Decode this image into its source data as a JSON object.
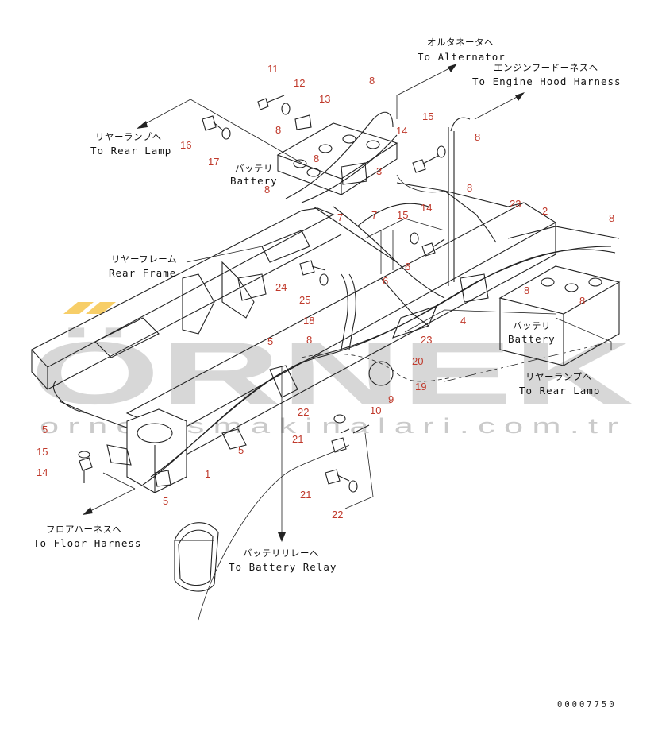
{
  "labels": {
    "alternator_jp": "オルタネータへ",
    "alternator_en": "To Alternator",
    "engine_hood_jp": "エンジンフードーネスへ",
    "engine_hood_en": "To Engine Hood  Harness",
    "rear_lamp_jp": "リヤーランプへ",
    "rear_lamp_en": "To Rear Lamp",
    "battery_jp": "バッテリ",
    "battery_en": "Battery",
    "rear_frame_jp": "リヤーフレーム",
    "rear_frame_en": "Rear Frame",
    "battery2_jp": "バッテリ",
    "battery2_en": "Battery",
    "rear_lamp2_jp": "リヤーランプへ",
    "rear_lamp2_en": "To Rear Lamp",
    "floor_harness_jp": "フロアハーネスへ",
    "floor_harness_en": "To Floor Harness",
    "battery_relay_jp": "バッテリリレーへ",
    "battery_relay_en": "To Battery Relay"
  },
  "part_numbers": {
    "p11": "11",
    "p12": "12",
    "p13": "13",
    "p8a": "8",
    "p8b": "8",
    "p8c": "8",
    "p16": "16",
    "p17": "17",
    "p8d": "8",
    "p3": "3",
    "p14a": "14",
    "p15a": "15",
    "p8e": "8",
    "p8f": "8",
    "p7": "7",
    "p15b": "15",
    "p14b": "14",
    "p23a": "23",
    "p2": "2",
    "p8g": "8",
    "p6a": "6",
    "p6b": "6",
    "p24": "24",
    "p25": "25",
    "p8h": "8",
    "p8i": "8",
    "p4": "4",
    "p18": "18",
    "p8j": "8",
    "p23b": "23",
    "p5a": "5",
    "p20": "20",
    "p19": "19",
    "p9": "9",
    "p10": "10",
    "p22a": "22",
    "p21a": "21",
    "p5b": "5",
    "p15c": "15",
    "p14c": "14",
    "p5c": "5",
    "p5d": "5",
    "p1": "1",
    "p21b": "21",
    "p22b": "22"
  },
  "watermark": {
    "brand": "ÖRNEK",
    "url": "ornekismakinalari.com.tr"
  },
  "drawing_code": "00007750"
}
